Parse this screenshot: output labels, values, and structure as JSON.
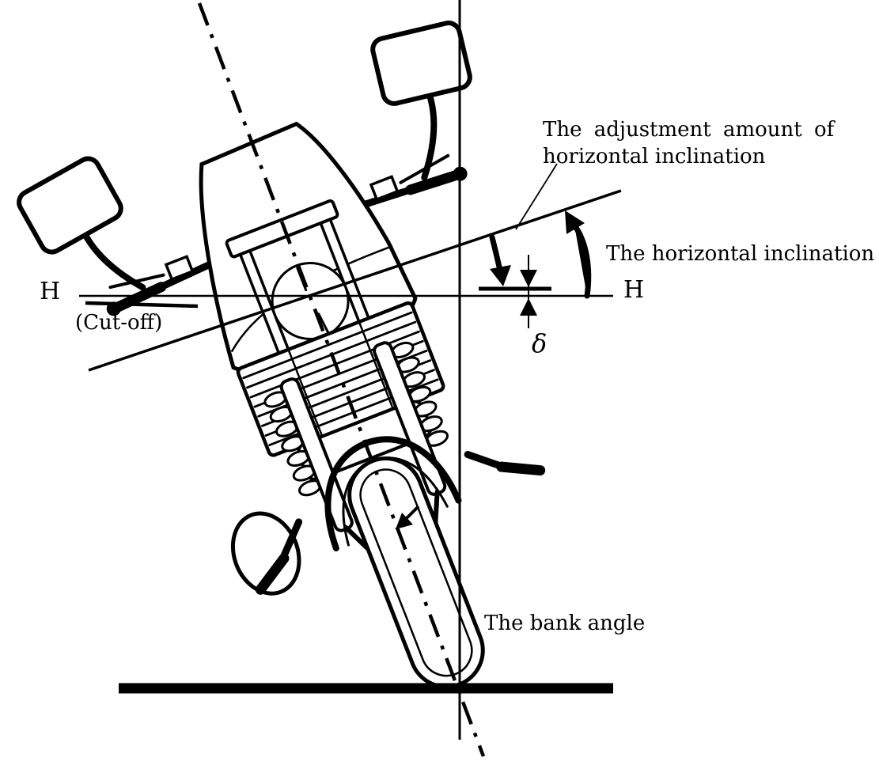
{
  "diagram": {
    "title_context": "Headlamp aiming / bank angle diagram",
    "labels": {
      "adjustment_line1": "The adjustment amount of",
      "adjustment_line2": "horizontal inclination",
      "horizontal_inclination": "The horizontal inclination",
      "h_left": "H",
      "h_right": "H",
      "cutoff": "(Cut-off)",
      "delta": "δ",
      "bank_angle": "The bank angle"
    },
    "colors": {
      "ink": "#000000",
      "paper": "#ffffff"
    }
  }
}
